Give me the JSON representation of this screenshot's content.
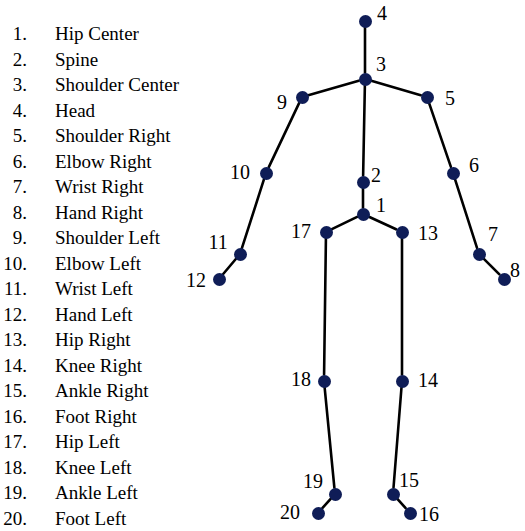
{
  "diagram": {
    "nodes": [
      {
        "text": [
          "1"
        ]
      },
      {
        "text": [
          "2"
        ]
      },
      {
        "text": [
          "3"
        ]
      },
      {
        "text": [
          "4"
        ]
      },
      {
        "text": [
          "5"
        ]
      },
      {
        "text": [
          "6"
        ]
      },
      {
        "text": [
          "7"
        ]
      },
      {
        "text": [
          "8"
        ]
      },
      {
        "text": [
          "9"
        ]
      },
      {
        "text": [
          "10"
        ]
      },
      {
        "text": [
          "11"
        ]
      },
      {
        "text": [
          "12"
        ]
      },
      {
        "text": [
          "13"
        ]
      },
      {
        "text": [
          "14"
        ]
      },
      {
        "text": [
          "15"
        ]
      },
      {
        "text": [
          "16"
        ]
      },
      {
        "text": [
          "17"
        ]
      },
      {
        "text": [
          "18"
        ]
      },
      {
        "text": [
          "19"
        ]
      },
      {
        "text": [
          "20"
        ]
      }
    ],
    "edges": [
      {
        "from": 3,
        "to": 2,
        "arrow": "none"
      },
      {
        "from": 2,
        "to": 8,
        "arrow": "none"
      },
      {
        "from": 2,
        "to": 4,
        "arrow": "none"
      },
      {
        "from": 2,
        "to": 1,
        "arrow": "none"
      },
      {
        "from": 1,
        "to": 0,
        "arrow": "none"
      },
      {
        "from": 8,
        "to": 9,
        "arrow": "none"
      },
      {
        "from": 9,
        "to": 10,
        "arrow": "none"
      },
      {
        "from": 10,
        "to": 11,
        "arrow": "none"
      },
      {
        "from": 4,
        "to": 5,
        "arrow": "none"
      },
      {
        "from": 5,
        "to": 6,
        "arrow": "none"
      },
      {
        "from": 6,
        "to": 7,
        "arrow": "none"
      },
      {
        "from": 0,
        "to": 16,
        "arrow": "none"
      },
      {
        "from": 0,
        "to": 12,
        "arrow": "none"
      },
      {
        "from": 16,
        "to": 17,
        "arrow": "none"
      },
      {
        "from": 17,
        "to": 18,
        "arrow": "none"
      },
      {
        "from": 18,
        "to": 19,
        "arrow": "none"
      },
      {
        "from": 12,
        "to": 13,
        "arrow": "none"
      },
      {
        "from": 13,
        "to": 14,
        "arrow": "none"
      },
      {
        "from": 14,
        "to": 15,
        "arrow": "none"
      }
    ],
    "labels": [
      "1.",
      "Hip Center",
      "2.",
      "Spine",
      "3.",
      "Shoulder Center",
      "4.",
      "Head",
      "5.",
      "Shoulder Right",
      "6.",
      "Elbow Right",
      "7.",
      "Wrist Right",
      "8.",
      "Hand Right",
      "9.",
      "Shoulder Left",
      "10.",
      "Elbow Left",
      "11.",
      "Wrist Left",
      "12.",
      "Hand Left",
      "13.",
      "Hip Right",
      "14.",
      "Knee Right",
      "15.",
      "Ankle Right",
      "16.",
      "Foot Right",
      "17.",
      "Hip Left",
      "18.",
      "Knee Left",
      "19.",
      "Ankle Left",
      "20.",
      "Foot Left"
    ]
  }
}
